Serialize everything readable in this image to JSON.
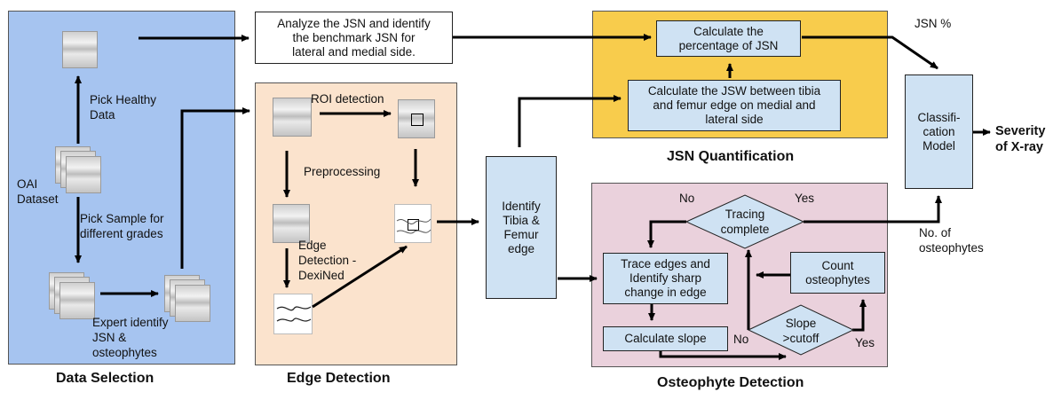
{
  "sections": {
    "data_selection": "Data Selection",
    "edge_detection": "Edge Detection",
    "jsn_quantification": "JSN Quantification",
    "osteophyte_detection": "Osteophyte Detection"
  },
  "data_selection": {
    "dataset_line1": "OAI",
    "dataset_line2": "Dataset",
    "pick_healthy_line1": "Pick Healthy",
    "pick_healthy_line2": "Data",
    "pick_sample_line1": "Pick Sample for",
    "pick_sample_line2": "different grades",
    "expert_line1": "Expert identify",
    "expert_line2": "JSN &",
    "expert_line3": "osteophytes"
  },
  "edge_detection": {
    "roi": "ROI detection",
    "preprocessing": "Preprocessing",
    "edge_line1": "Edge",
    "edge_line2": "Detection -",
    "edge_line3": "DexiNed"
  },
  "analyze_box": {
    "line1": "Analyze the JSN and identify",
    "line2": "the benchmark JSN for",
    "line3": "lateral and medial side."
  },
  "identify_box": {
    "line1": "Identify",
    "line2": "Tibia &",
    "line3": "Femur",
    "line4": "edge"
  },
  "jsn": {
    "calc_pct_line1": "Calculate the",
    "calc_pct_line2": "percentage of JSN",
    "calc_jsw_line1": "Calculate the JSW between tibia",
    "calc_jsw_line2": "and femur edge on medial and",
    "calc_jsw_line3": "lateral side",
    "jsn_percent": "JSN %"
  },
  "osteo": {
    "tracing_line1": "Tracing",
    "tracing_line2": "complete",
    "no_top": "No",
    "yes_top": "Yes",
    "trace_line1": "Trace edges and",
    "trace_line2": "Identify sharp",
    "trace_line3": "change in edge",
    "calc_slope": "Calculate slope",
    "count_line1": "Count",
    "count_line2": "osteophytes",
    "slope_line1": "Slope",
    "slope_line2": ">cutoff",
    "no_bottom": "No",
    "yes_bottom": "Yes",
    "num_osteo_line1": "No. of",
    "num_osteo_line2": "osteophytes"
  },
  "classification": {
    "line1": "Classifi-",
    "line2": "cation",
    "line3": "Model"
  },
  "output": {
    "line1": "Severity",
    "line2": "of X-ray"
  },
  "colors": {
    "data_panel": "#a6c4f0",
    "edge_panel": "#fbe3cd",
    "jsn_panel": "#f8cc4c",
    "osteo_panel": "#ead1dc",
    "process_box": "#cfe2f3"
  }
}
